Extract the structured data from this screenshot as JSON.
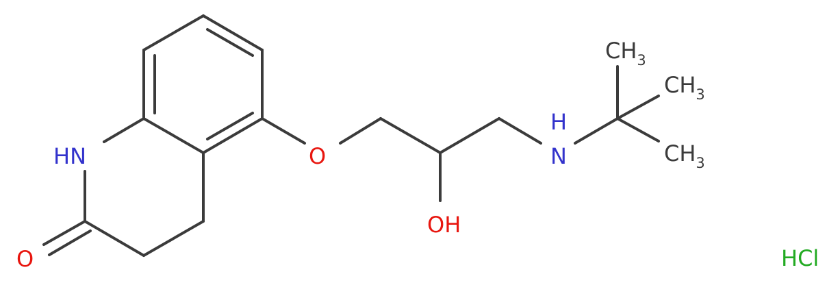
{
  "molecule": {
    "atom_labels": {
      "nh": "HN",
      "oxo": "O",
      "ether_o": "O",
      "hydroxyl": "OH",
      "amine": "N",
      "amine_h": "H",
      "methyl_c": "CH",
      "methyl_sub": "3",
      "salt": "HCl"
    },
    "colors": {
      "bond": "#3b3b3b",
      "nitrogen": "#3333cc",
      "oxygen": "#e8160f",
      "chlorine": "#22aa22",
      "carbon_text": "#3b3b3b"
    }
  }
}
